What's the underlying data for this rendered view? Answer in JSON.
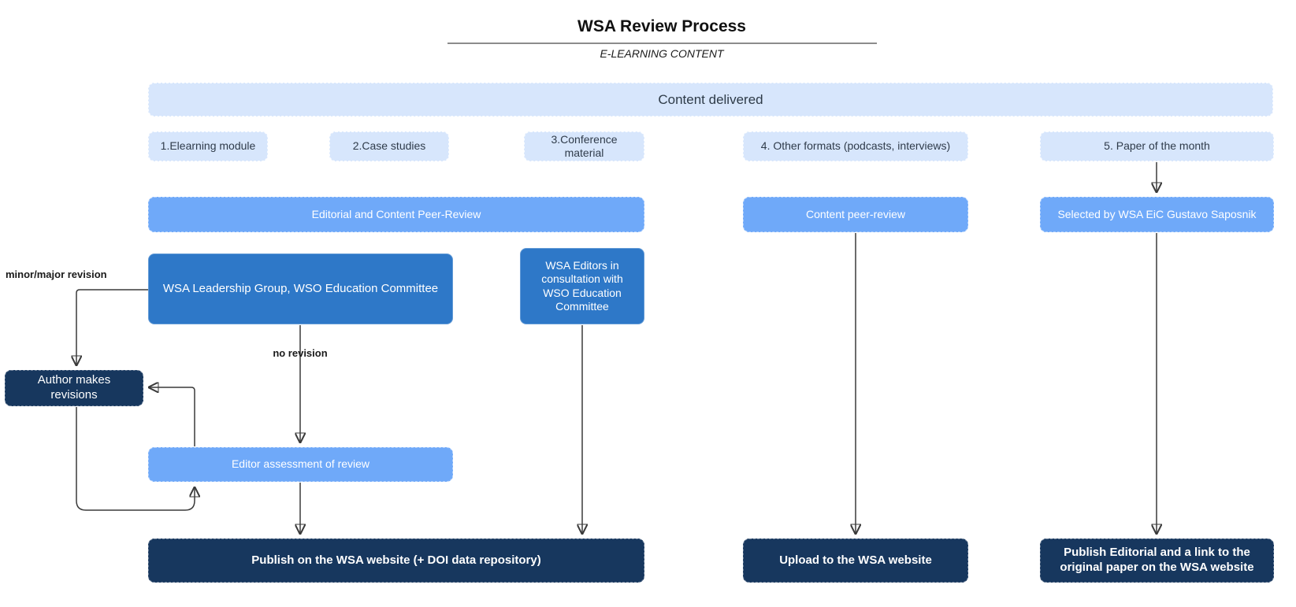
{
  "header": {
    "title": "WSA Review Process",
    "subtitle": "E-LEARNING CONTENT"
  },
  "nodes": {
    "content_delivered": "Content delivered",
    "cat1": "1.Elearning module",
    "cat2": "2.Case studies",
    "cat3": "3.Conference material",
    "cat4": "4. Other formats (podcasts, interviews)",
    "cat5": "5. Paper of the month",
    "editorial_peer_review": "Editorial and Content Peer-Review",
    "content_peer_review": "Content peer-review",
    "selected_by_eic": "Selected by WSA EiC Gustavo Saposnik",
    "wsa_leadership": "WSA Leadership Group, WSO Education Committee",
    "wsa_editors": "WSA Editors in consultation with WSO Education Committee",
    "author_revisions": "Author makes revisions",
    "editor_assessment": "Editor assessment of review",
    "publish_wsa": "Publish on the WSA website (+ DOI data repository)",
    "upload_wsa": "Upload to the WSA website",
    "publish_editorial": "Publish Editorial and a link to the original paper on the WSA website"
  },
  "labels": {
    "minor_major": "minor/major revision",
    "no_revision": "no revision"
  },
  "colors": {
    "light_blue": "#D7E6FC",
    "mid_blue": "#6FA9F9",
    "dark_blue": "#2E78C8",
    "navy": "#17375E",
    "arrow": "#3A3A3A"
  }
}
